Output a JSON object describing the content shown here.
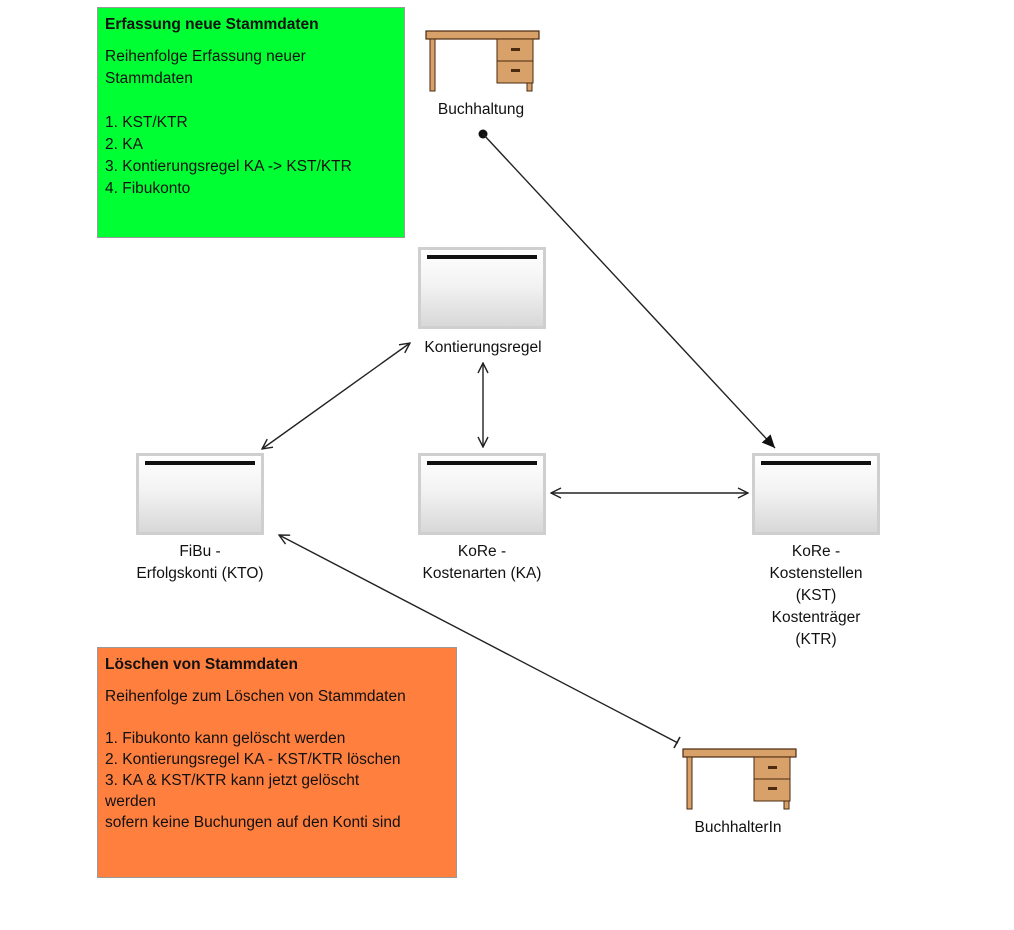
{
  "notes": {
    "create": {
      "title": "Erfassung neue Stammdaten",
      "lines": [
        "Reihenfolge Erfassung neuer",
        "Stammdaten",
        "",
        "1. KST/KTR",
        "2. KA",
        "3. Kontierungsregel KA -> KST/KTR",
        "4. Fibukonto"
      ],
      "color": "#00ff33"
    },
    "delete": {
      "title": "Löschen von Stammdaten",
      "lines": [
        "Reihenfolge zum Löschen von Stammdaten",
        "",
        "1. Fibukonto kann gelöscht werden",
        "2. Kontierungsregel KA - KST/KTR löschen",
        "3. KA & KST/KTR kann jetzt gelöscht",
        "werden",
        "sofern keine Buchungen auf den Konti sind"
      ],
      "color": "#ff7f3f"
    }
  },
  "actors": {
    "buchhaltung": {
      "label": "Buchhaltung",
      "icon": "desk-icon"
    },
    "buchhalterin": {
      "label": "BuchhalterIn",
      "icon": "desk-icon"
    }
  },
  "entities": {
    "kontierungsregel": {
      "lines": [
        "Kontierungsregel"
      ]
    },
    "fibu": {
      "lines": [
        "FiBu -",
        "Erfolgskonti (KTO)"
      ]
    },
    "ka": {
      "lines": [
        "KoRe -",
        "Kostenarten (KA)"
      ]
    },
    "kst": {
      "lines": [
        "KoRe -",
        "Kostenstellen",
        "(KST)",
        "Kostenträger",
        "(KTR)"
      ]
    }
  }
}
